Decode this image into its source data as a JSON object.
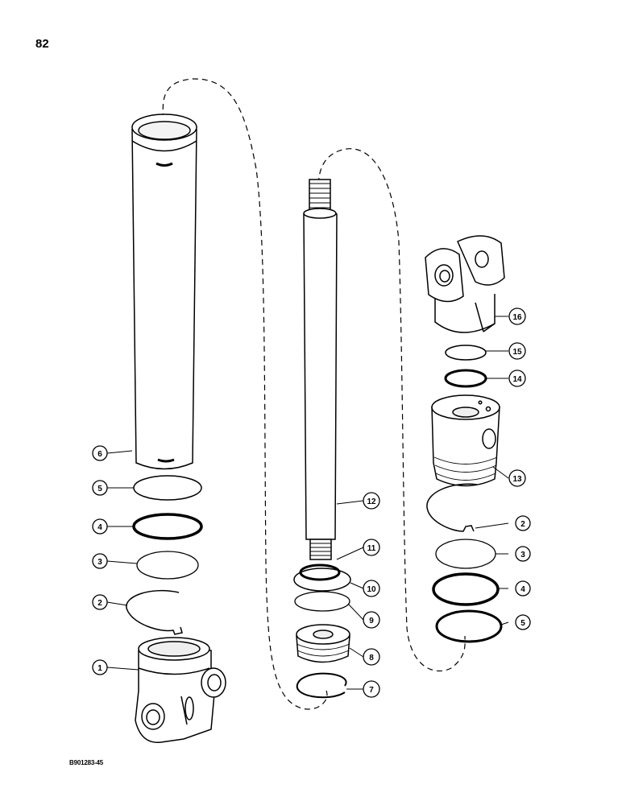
{
  "page_number": "82",
  "figure_code": "B901283-45",
  "callouts": [
    "1",
    "2",
    "3",
    "4",
    "5",
    "6",
    "7",
    "8",
    "9",
    "10",
    "11",
    "12",
    "13",
    "14",
    "15",
    "16",
    "2",
    "3",
    "4",
    "5"
  ]
}
